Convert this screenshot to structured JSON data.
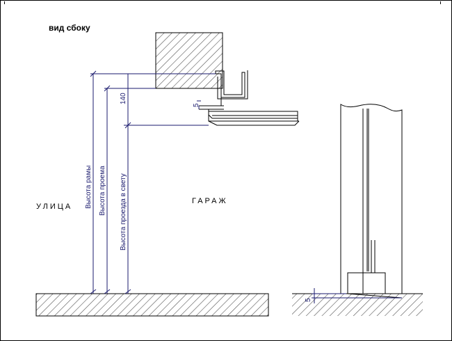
{
  "title": "вид сбоку",
  "labels": {
    "street": "УЛИЦА",
    "garage": "ГАРАЖ"
  },
  "dimensions": {
    "frame_height": "Высота рамы",
    "opening_height": "Высота проема",
    "clear_passage_height": "Высота проезда в свету",
    "top_offset": "140",
    "small_gap_top": "5",
    "small_gap_bottom": "5"
  },
  "colors": {
    "line": "#000000",
    "dimension_line": "#1a1a6e",
    "hatch": "#555555"
  }
}
